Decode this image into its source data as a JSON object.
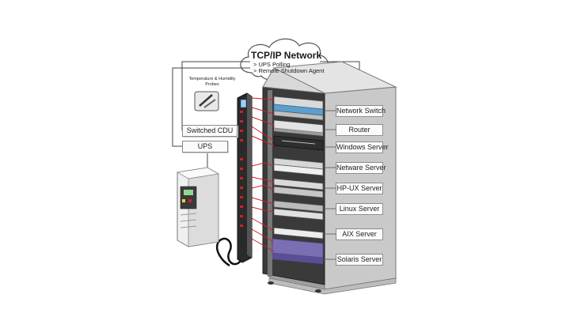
{
  "diagram": {
    "network": {
      "title": "TCP/IP Network",
      "lines": [
        "> UPS Polling",
        "> Remote Shutdown Agent"
      ]
    },
    "probes_label": "Temperature & Humidity Probes",
    "left_labels": [
      "Switched CDU",
      "UPS"
    ],
    "rack_labels": [
      "Network Switch",
      "Router",
      "Windows Server",
      "Netware Server",
      "HP-UX Server",
      "Linux Server",
      "AIX Server",
      "Solaris Server"
    ],
    "colors": {
      "rack_body": "#e6e6e6",
      "rack_shadow": "#9e9e9e",
      "switch_blue": "#5a9fce",
      "purple_server": "#7b6fb3",
      "power_red": "#d21f26",
      "connector": "#444444"
    }
  }
}
